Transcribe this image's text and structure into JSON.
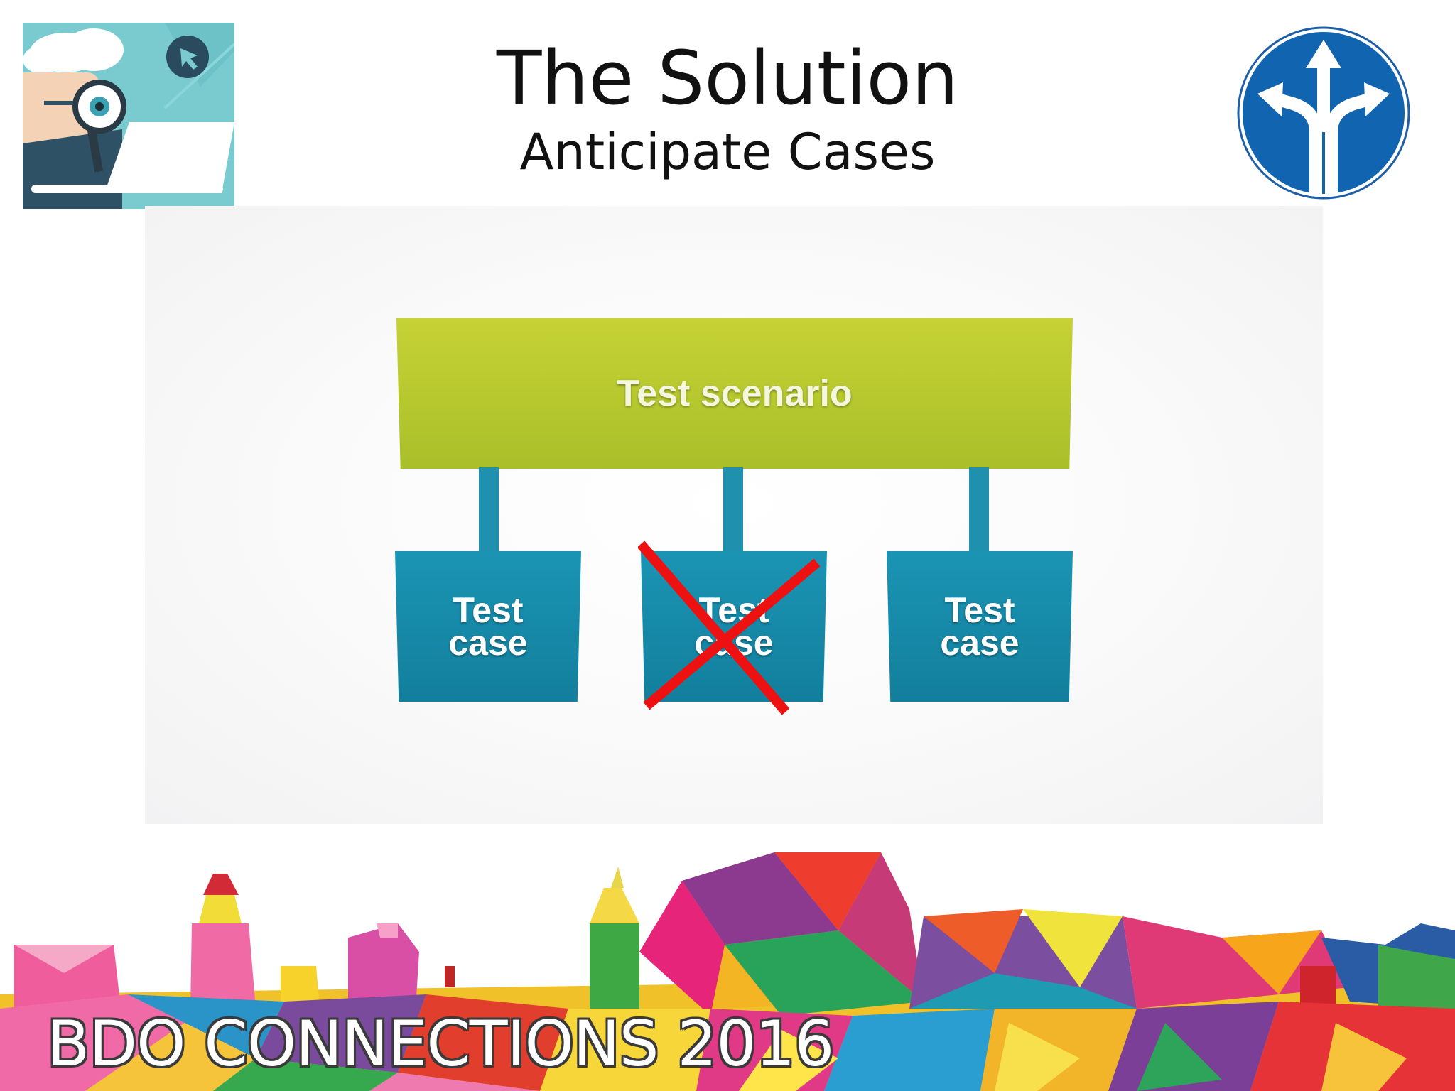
{
  "header": {
    "title": "The Solution",
    "subtitle": "Anticipate Cases"
  },
  "icons": {
    "left": "magnifier-inspector-icon",
    "right": "branching-direction-sign-icon"
  },
  "diagram": {
    "root": {
      "label": "Test scenario"
    },
    "children": [
      {
        "label_line1": "Test",
        "label_line2": "case",
        "crossed_out": false
      },
      {
        "label_line1": "Test",
        "label_line2": "case",
        "crossed_out": true
      },
      {
        "label_line1": "Test",
        "label_line2": "case",
        "crossed_out": false
      }
    ],
    "colors": {
      "scenario": "#b9cb2e",
      "case": "#1a8fae",
      "cross": "#ee1111"
    }
  },
  "footer": {
    "banner": "BDO CONNECTIONS 2016"
  }
}
